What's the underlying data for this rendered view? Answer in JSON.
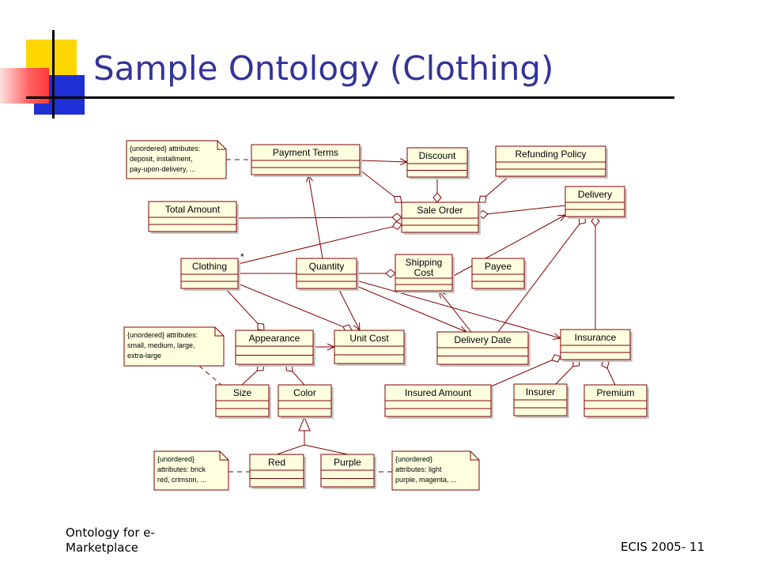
{
  "slide": {
    "title": "Sample Ontology (Clothing)",
    "footer_left": "Ontology for e-Marketplace",
    "footer_right": "ECIS 2005- 11"
  },
  "colors": {
    "title": "#333399",
    "uml_stroke": "#800000",
    "uml_fill": "#ffffe0",
    "deco_yellow": "#ffd700",
    "deco_blue": "#1f2fd6",
    "deco_red": "#ff4a4a"
  },
  "diagram": {
    "classes": [
      {
        "id": "payment-terms",
        "name": "Payment Terms"
      },
      {
        "id": "discount",
        "name": "Discount"
      },
      {
        "id": "refunding-policy",
        "name": "Refunding Policy"
      },
      {
        "id": "delivery",
        "name": "Delivery"
      },
      {
        "id": "total-amount",
        "name": "Total Amount"
      },
      {
        "id": "sale-order",
        "name": "Sale Order"
      },
      {
        "id": "clothing",
        "name": "Clothing"
      },
      {
        "id": "quantity",
        "name": "Quantity"
      },
      {
        "id": "shipping-cost",
        "name": "Shipping Cost",
        "lines": [
          "Shipping",
          "Cost"
        ]
      },
      {
        "id": "payee",
        "name": "Payee"
      },
      {
        "id": "appearance",
        "name": "Appearance"
      },
      {
        "id": "unit-cost",
        "name": "Unit Cost"
      },
      {
        "id": "delivery-date",
        "name": "Delivery Date"
      },
      {
        "id": "insurance",
        "name": "Insurance"
      },
      {
        "id": "size",
        "name": "Size"
      },
      {
        "id": "color",
        "name": "Color"
      },
      {
        "id": "insured-amount",
        "name": "Insured Amount"
      },
      {
        "id": "insurer",
        "name": "Insurer"
      },
      {
        "id": "premium",
        "name": "Premium"
      },
      {
        "id": "red",
        "name": "Red"
      },
      {
        "id": "purple",
        "name": "Purple"
      }
    ],
    "notes": [
      {
        "id": "payment-terms-note",
        "lines": [
          "{unordered} attributes:",
          "deposit, installment,",
          "pay-upon-delivery, ..."
        ]
      },
      {
        "id": "size-note",
        "lines": [
          "{unordered} attributes:",
          "small, medium, large,",
          "extra-large"
        ]
      },
      {
        "id": "red-note",
        "lines": [
          "{unordered}",
          "attributes: brick",
          "red, crimson, ..."
        ]
      },
      {
        "id": "purple-note",
        "lines": [
          "{unordered}",
          "attributes: light",
          "purple, magenta, ..."
        ]
      }
    ],
    "multiplicity": "*",
    "relations": [
      {
        "from": "payment-terms-note",
        "to": "payment-terms",
        "kind": "note-link"
      },
      {
        "from": "payment-terms",
        "to": "discount",
        "kind": "association"
      },
      {
        "from": "payment-terms",
        "to": "sale-order",
        "kind": "aggregation"
      },
      {
        "from": "discount",
        "to": "sale-order",
        "kind": "aggregation"
      },
      {
        "from": "refunding-policy",
        "to": "sale-order",
        "kind": "aggregation"
      },
      {
        "from": "delivery",
        "to": "sale-order",
        "kind": "aggregation"
      },
      {
        "from": "total-amount",
        "to": "sale-order",
        "kind": "aggregation"
      },
      {
        "from": "clothing",
        "to": "sale-order",
        "kind": "aggregation"
      },
      {
        "from": "quantity",
        "to": "payment-terms",
        "kind": "association"
      },
      {
        "from": "clothing",
        "to": "shipping-cost",
        "kind": "aggregation"
      },
      {
        "from": "clothing",
        "to": "appearance",
        "kind": "aggregation"
      },
      {
        "from": "clothing",
        "to": "unit-cost",
        "kind": "aggregation"
      },
      {
        "from": "quantity",
        "to": "unit-cost",
        "kind": "association"
      },
      {
        "from": "quantity",
        "to": "delivery-date",
        "kind": "association"
      },
      {
        "from": "quantity",
        "to": "insurance",
        "kind": "association"
      },
      {
        "from": "shipping-cost",
        "to": "delivery",
        "kind": "association"
      },
      {
        "from": "delivery-date",
        "to": "shipping-cost",
        "kind": "association"
      },
      {
        "from": "delivery-date",
        "to": "delivery",
        "kind": "aggregation"
      },
      {
        "from": "insurance",
        "to": "delivery",
        "kind": "aggregation"
      },
      {
        "from": "appearance",
        "to": "unit-cost",
        "kind": "association"
      },
      {
        "from": "size",
        "to": "appearance",
        "kind": "aggregation"
      },
      {
        "from": "color",
        "to": "appearance",
        "kind": "aggregation"
      },
      {
        "from": "size-note",
        "to": "size",
        "kind": "note-link"
      },
      {
        "from": "insured-amount",
        "to": "insurance",
        "kind": "aggregation"
      },
      {
        "from": "insurer",
        "to": "insurance",
        "kind": "aggregation"
      },
      {
        "from": "premium",
        "to": "insurance",
        "kind": "aggregation"
      },
      {
        "from": "red",
        "to": "color",
        "kind": "generalization"
      },
      {
        "from": "purple",
        "to": "color",
        "kind": "generalization"
      },
      {
        "from": "red-note",
        "to": "red",
        "kind": "note-link"
      },
      {
        "from": "purple-note",
        "to": "purple",
        "kind": "note-link"
      }
    ]
  }
}
